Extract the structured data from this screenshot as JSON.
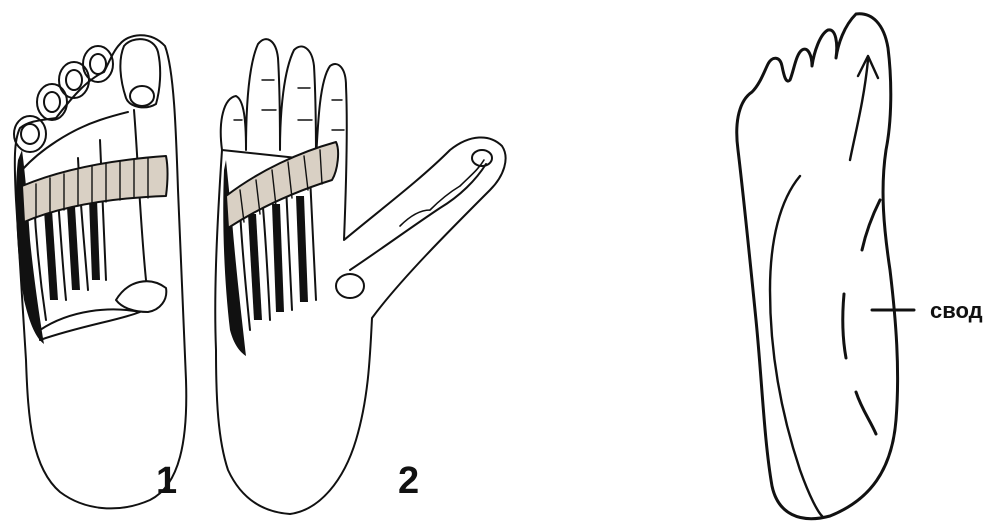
{
  "figures": {
    "figure1_label": "1",
    "figure2_label": "2",
    "arch_label": "свод"
  }
}
